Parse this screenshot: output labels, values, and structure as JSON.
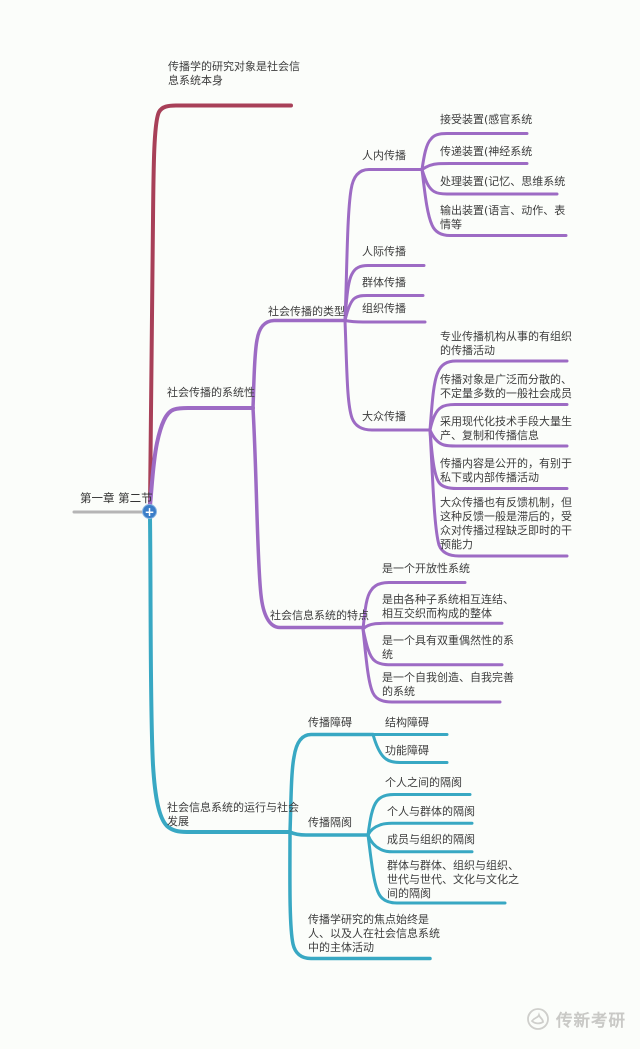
{
  "page": {
    "background": "#fbfdfa"
  },
  "colors": {
    "branch_red": "#a84058",
    "branch_purple": "#9d6bc4",
    "branch_cyan": "#38a8c3",
    "root_line_gray": "#b5b5b5",
    "root_button_blue": "#3b7ec8",
    "text": "#3d3d3d",
    "watermark_gray": "#c9c9c6"
  },
  "root": {
    "label": "第一章 第二节",
    "plus_icon": "+"
  },
  "branches": [
    {
      "label": "传播学的研究对象是社会信\n息系统本身",
      "color": "#a84058",
      "children": []
    },
    {
      "label": "社会传播的系统性",
      "color": "#9d6bc4",
      "children": [
        {
          "label": "社会传播的类型",
          "children": [
            {
              "label": "人内传播",
              "children": [
                {
                  "label": "接受装置(感官系统"
                },
                {
                  "label": "传递装置(神经系统"
                },
                {
                  "label": "处理装置(记忆、思维系统"
                },
                {
                  "label": "输出装置(语言、动作、表\n情等"
                }
              ]
            },
            {
              "label": "人际传播"
            },
            {
              "label": "群体传播"
            },
            {
              "label": "组织传播"
            },
            {
              "label": "大众传播",
              "children": [
                {
                  "label": "专业传播机构从事的有组织\n的传播活动"
                },
                {
                  "label": "传播对象是广泛而分散的、\n不定量多数的一般社会成员"
                },
                {
                  "label": "采用现代化技术手段大量生\n产、复制和传播信息"
                },
                {
                  "label": "传播内容是公开的，有别于\n私下或内部传播活动"
                },
                {
                  "label": "大众传播也有反馈机制，但\n这种反馈一般是滞后的，受\n众对传播过程缺乏即时的干\n预能力"
                }
              ]
            }
          ]
        },
        {
          "label": "社会信息系统的特点",
          "children": [
            {
              "label": "是一个开放性系统"
            },
            {
              "label": "是由各种子系统相互连结、\n相互交织而构成的整体"
            },
            {
              "label": "是一个具有双重偶然性的系\n统"
            },
            {
              "label": "是一个自我创造、自我完善\n的系统"
            }
          ]
        }
      ]
    },
    {
      "label": "社会信息系统的运行与社会\n发展",
      "color": "#38a8c3",
      "children": [
        {
          "label": "传播障碍",
          "children": [
            {
              "label": "结构障碍"
            },
            {
              "label": "功能障碍"
            }
          ]
        },
        {
          "label": "传播隔阂",
          "children": [
            {
              "label": "个人之间的隔阂"
            },
            {
              "label": "个人与群体的隔阂"
            },
            {
              "label": "成员与组织的隔阂"
            },
            {
              "label": "群体与群体、组织与组织、\n世代与世代、文化与文化之\n间的隔阂"
            }
          ]
        },
        {
          "label": "传播学研究的焦点始终是\n人、以及人在社会信息系统\n中的主体活动"
        }
      ]
    }
  ],
  "watermark": {
    "label": "传新考研",
    "logo": "swan-logo"
  }
}
